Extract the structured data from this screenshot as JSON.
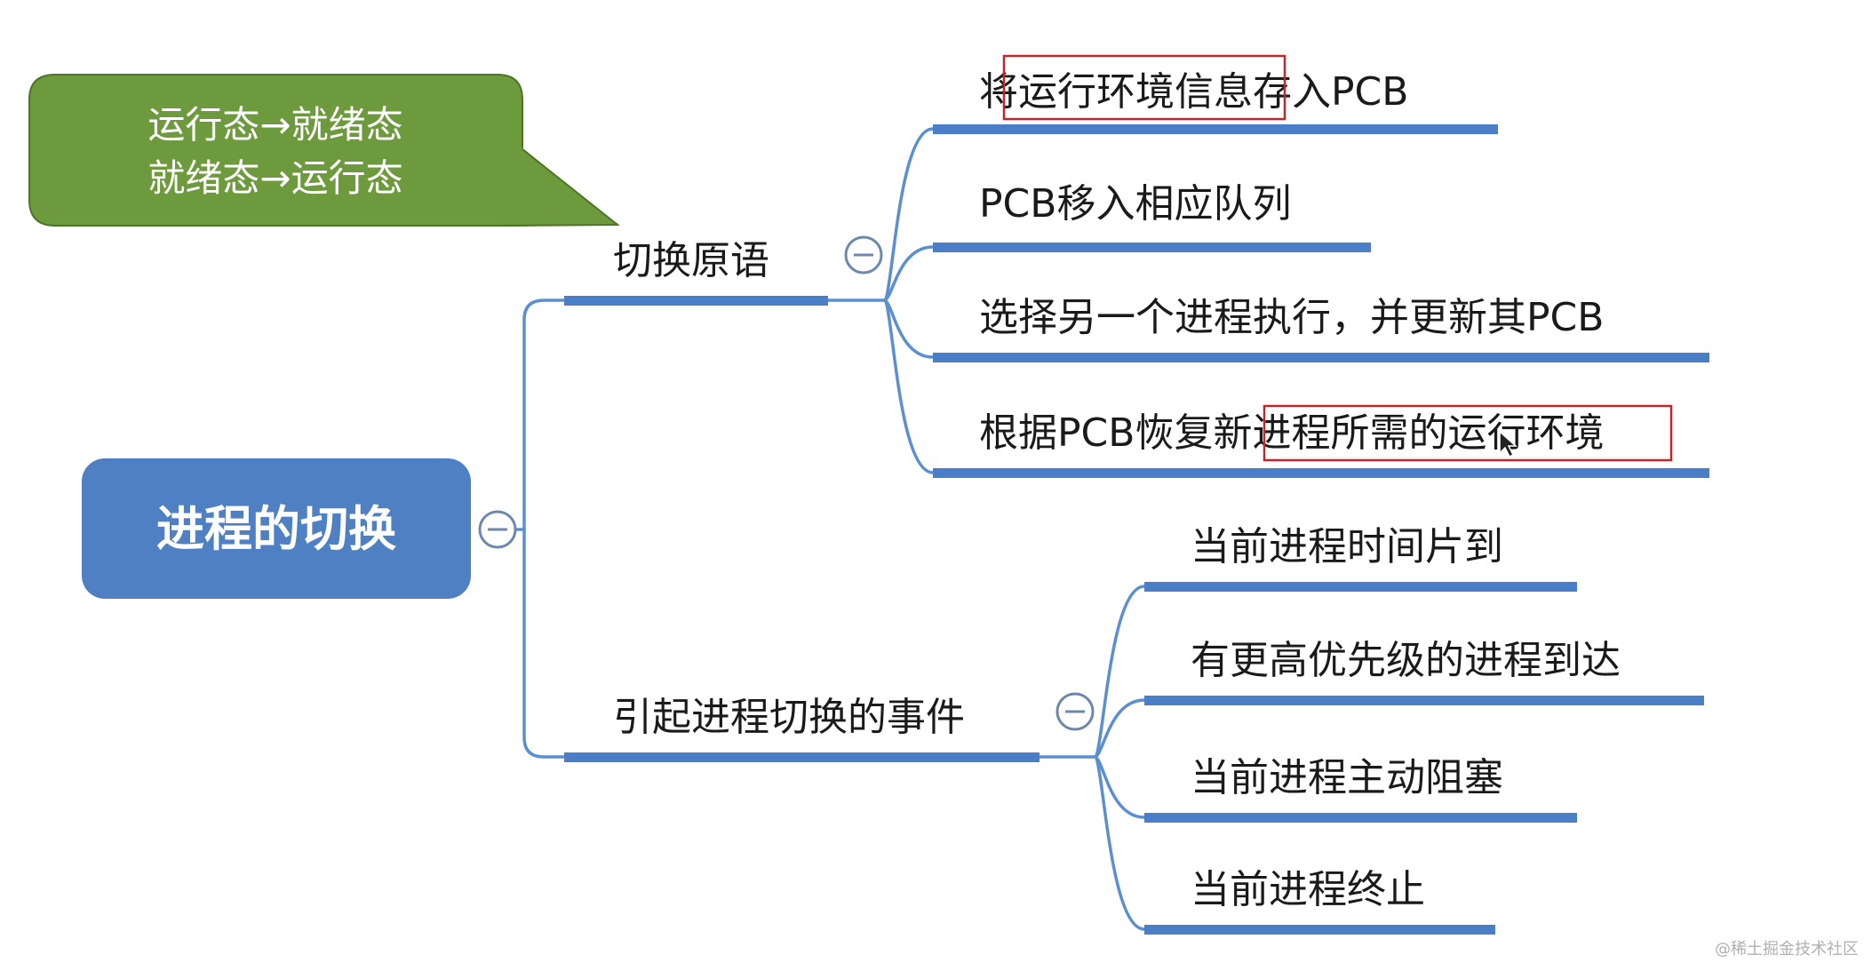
{
  "root": {
    "label": "进程的切换"
  },
  "callout": {
    "line1": "运行态→就绪态",
    "line2": "就绪态→运行态"
  },
  "branches": [
    {
      "label": "切换原语",
      "children": [
        "将运行环境信息存入PCB",
        "PCB移入相应队列",
        "选择另一个进程执行，并更新其PCB",
        "根据PCB恢复新进程所需的运行环境"
      ]
    },
    {
      "label": "引起进程切换的事件",
      "children": [
        "当前进程时间片到",
        "有更高优先级的进程到达",
        "当前进程主动阻塞",
        "当前进程终止"
      ]
    }
  ],
  "watermark": "@稀土掘金技术社区",
  "colors": {
    "root_fill": "#4f80c4",
    "callout_fill": "#6c9a3c",
    "connector": "#5b8fd0",
    "highlight": "#c0272d"
  }
}
